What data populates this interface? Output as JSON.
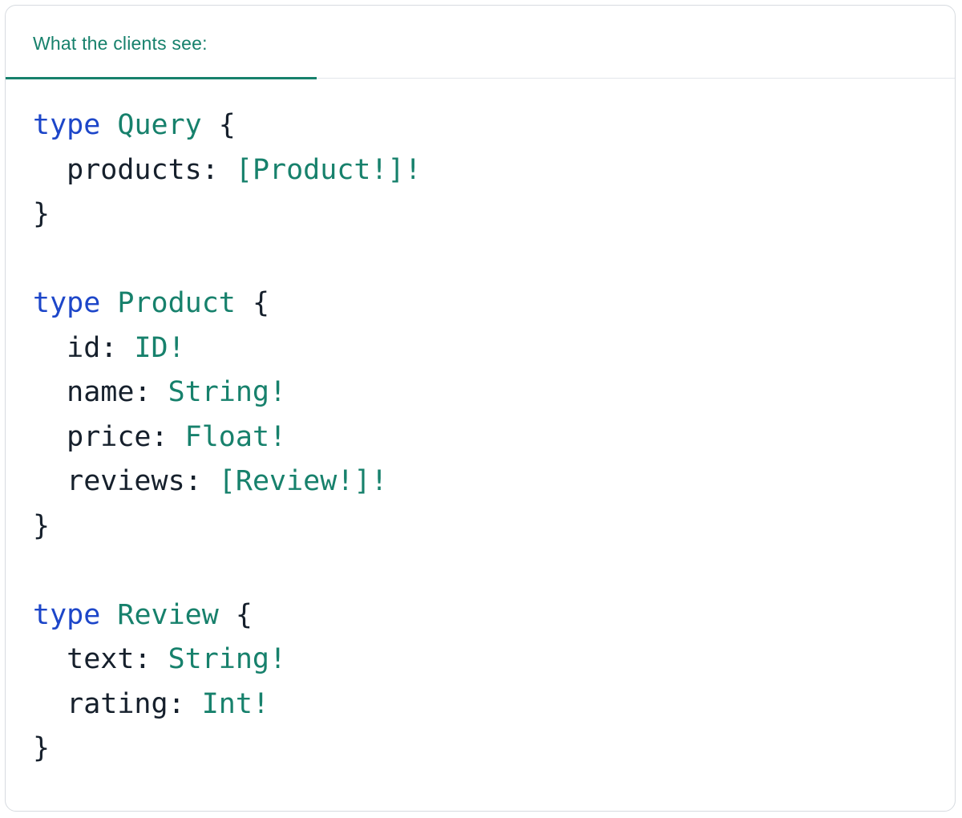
{
  "card": {
    "header": {
      "label": "What the clients see:"
    }
  },
  "colors": {
    "accent_teal": "#17816C",
    "keyword_blue": "#1D46C9",
    "code_text": "#16202C",
    "border_gray": "#D7DBE0",
    "divider_gray": "#E3E6EA",
    "background": "#FFFFFF"
  },
  "code": {
    "language": "graphql",
    "lines": [
      [
        {
          "c": "kw",
          "t": "type"
        },
        {
          "c": "pl",
          "t": " "
        },
        {
          "c": "ty",
          "t": "Query"
        },
        {
          "c": "pl",
          "t": " {"
        }
      ],
      [
        {
          "c": "pl",
          "t": "  products: "
        },
        {
          "c": "ty",
          "t": "[Product!]!"
        }
      ],
      [
        {
          "c": "pl",
          "t": "}"
        }
      ],
      [],
      [
        {
          "c": "kw",
          "t": "type"
        },
        {
          "c": "pl",
          "t": " "
        },
        {
          "c": "ty",
          "t": "Product"
        },
        {
          "c": "pl",
          "t": " {"
        }
      ],
      [
        {
          "c": "pl",
          "t": "  id: "
        },
        {
          "c": "ty",
          "t": "ID!"
        }
      ],
      [
        {
          "c": "pl",
          "t": "  name: "
        },
        {
          "c": "ty",
          "t": "String!"
        }
      ],
      [
        {
          "c": "pl",
          "t": "  price: "
        },
        {
          "c": "ty",
          "t": "Float!"
        }
      ],
      [
        {
          "c": "pl",
          "t": "  reviews: "
        },
        {
          "c": "ty",
          "t": "[Review!]!"
        }
      ],
      [
        {
          "c": "pl",
          "t": "}"
        }
      ],
      [],
      [
        {
          "c": "kw",
          "t": "type"
        },
        {
          "c": "pl",
          "t": " "
        },
        {
          "c": "ty",
          "t": "Review"
        },
        {
          "c": "pl",
          "t": " {"
        }
      ],
      [
        {
          "c": "pl",
          "t": "  text: "
        },
        {
          "c": "ty",
          "t": "String!"
        }
      ],
      [
        {
          "c": "pl",
          "t": "  rating: "
        },
        {
          "c": "ty",
          "t": "Int!"
        }
      ],
      [
        {
          "c": "pl",
          "t": "}"
        }
      ]
    ]
  }
}
